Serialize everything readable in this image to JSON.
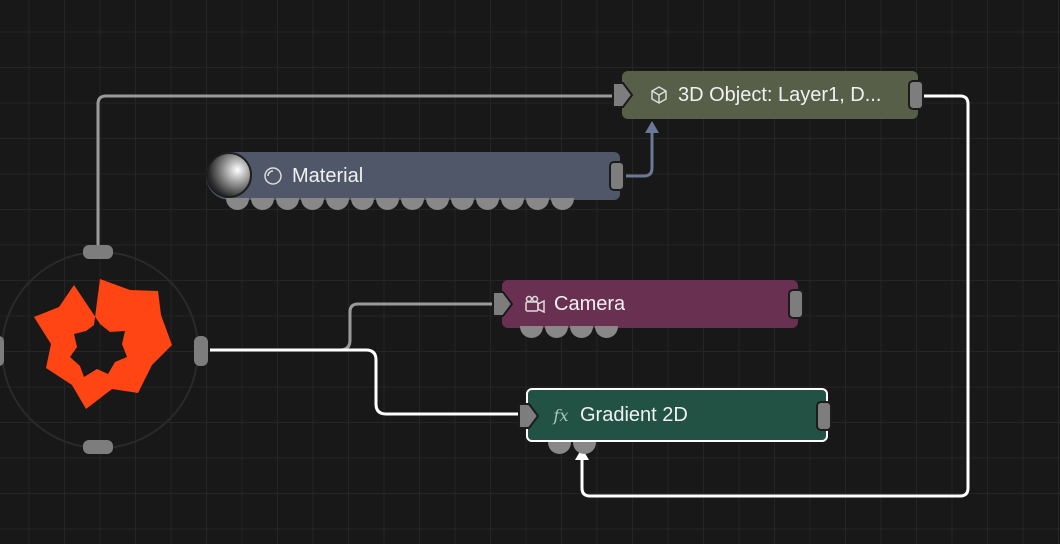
{
  "nodes": {
    "object3d": {
      "title": "3D Object: Layer1, D...",
      "color": "#575f49",
      "icon": "cube-icon"
    },
    "material": {
      "title": "Material",
      "color": "#4f5769",
      "icon": "circle-icon",
      "output_count": 14
    },
    "camera": {
      "title": "Camera",
      "color": "#6a3052",
      "icon": "video-camera-icon",
      "output_count": 4
    },
    "gradient": {
      "title": "Gradient 2D",
      "color": "#225244",
      "icon": "fx-icon",
      "selected": true,
      "output_count": 2
    }
  },
  "root": {
    "logo": "notch-logo",
    "logo_color": "#ff4514"
  },
  "icons": {
    "fx": "fx"
  }
}
